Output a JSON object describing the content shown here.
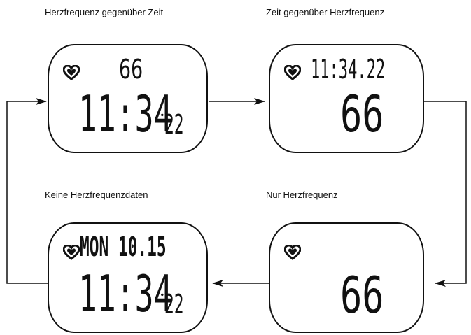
{
  "panels": {
    "hr_over_time": {
      "caption": "Herzfrequenz gegenüber Zeit",
      "top_value": "66",
      "main_time": "11:34",
      "main_seconds": "22"
    },
    "time_over_hr": {
      "caption": "Zeit gegenüber Herzfrequenz",
      "top_time": "11:34.22",
      "main_value": "66"
    },
    "no_hr_data": {
      "caption": "Keine Herzfrequenzdaten",
      "top_date": "MON 10.15",
      "main_time": "11:34",
      "main_seconds": "22"
    },
    "hr_only": {
      "caption": "Nur Herzfrequenz",
      "main_value": "66"
    }
  },
  "icons": {
    "heart": "heart-icon",
    "arrow": "arrow-icon"
  },
  "colors": {
    "ink": "#111111",
    "background": "#ffffff"
  }
}
